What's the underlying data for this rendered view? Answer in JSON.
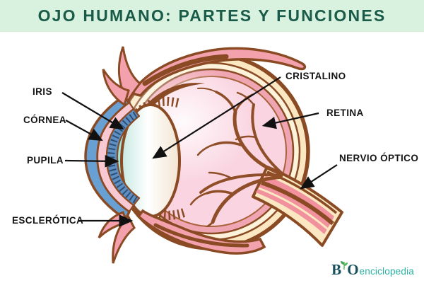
{
  "header": {
    "title": "OJO HUMANO: PARTES Y FUNCIONES"
  },
  "labels": [
    {
      "id": "iris",
      "text": "IRIS"
    },
    {
      "id": "cornea",
      "text": "CÓRNEA"
    },
    {
      "id": "pupila",
      "text": "PUPILA"
    },
    {
      "id": "esclerotica",
      "text": "ESCLERÓTICA"
    },
    {
      "id": "cristalino",
      "text": "CRISTALINO"
    },
    {
      "id": "retina",
      "text": "RETINA"
    },
    {
      "id": "nervio_optico",
      "text": "NERVIO ÓPTICO"
    }
  ],
  "logo": {
    "b": "B",
    "o": "O",
    "suffix": "enciclopedia"
  },
  "colors": {
    "header_bg": "#d9f2e0",
    "header_text": "#1a5a49",
    "label_text": "#151515",
    "outline_brown": "#8a4a24",
    "sclera_cream": "#fbe8c2",
    "sclera_pale": "#fdf3da",
    "retina_salmon": "#f0a5b2",
    "interior_pink": "#fad5e1",
    "muscle_pink": "#f3a2ad",
    "cornea_blue": "#68a0d4",
    "iris_blue": "#5e8fc2",
    "humor_cyan": "#9ce8de",
    "lens_white": "#ffffff",
    "nerve_pink": "#f2919e",
    "arrow_black": "#111111",
    "logo_dark": "#17505a",
    "logo_teal": "#29b3a2",
    "logo_leaf_green": "#3fa34d"
  }
}
